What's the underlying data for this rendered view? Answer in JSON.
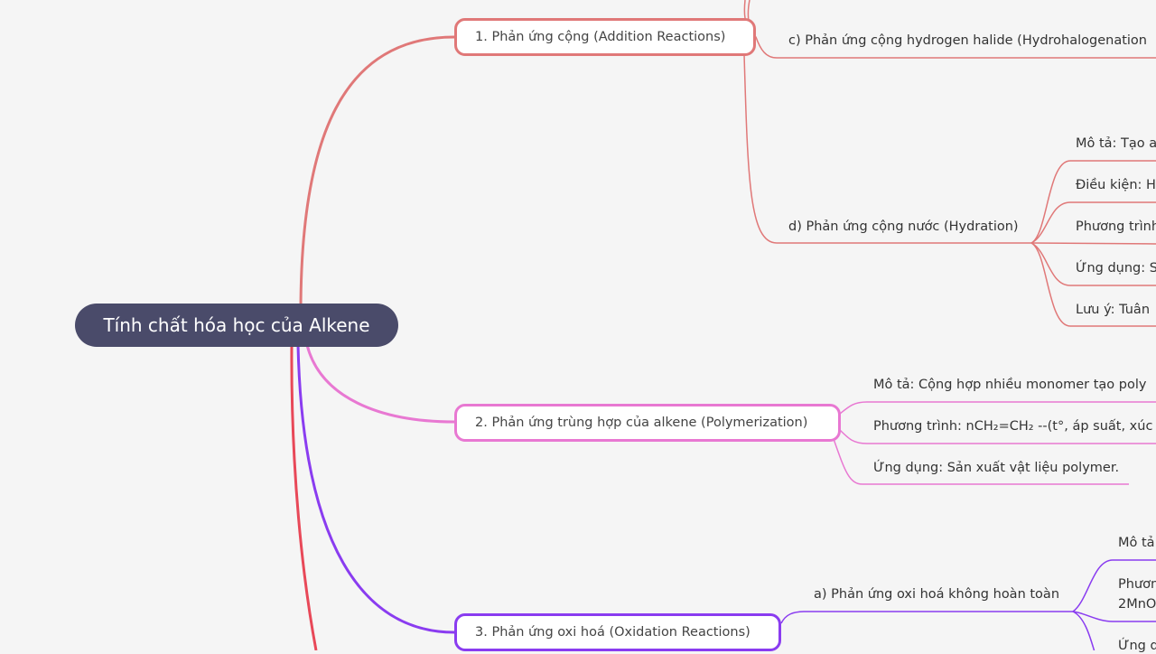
{
  "root": {
    "label": "Tính chất hóa học của Alkene"
  },
  "colors": {
    "branch1": "#e07878",
    "branch2": "#e878d2",
    "branch3": "#8a3cf0",
    "branch4": "#e84858",
    "root": "#4a4b6a"
  },
  "branch1": {
    "label": "1. Phản ứng cộng (Addition Reactions)",
    "c": "c) Phản ứng cộng hydrogen halide (Hydrohalogenation",
    "d": "d) Phản ứng cộng nước (Hydration)",
    "d_items": [
      "Mô tả: Tạo a",
      "Điều kiện: H",
      "Phương trình",
      "Ứng dụng: S",
      "Lưu ý: Tuân"
    ]
  },
  "branch2": {
    "label": "2. Phản ứng trùng hợp của alkene (Polymerization)",
    "items": [
      "Mô tả: Cộng hợp nhiều monomer tạo poly",
      "Phương trình: nCH₂=CH₂ --(t°, áp suất, xúc",
      "Ứng dụng: Sản xuất vật liệu polymer."
    ]
  },
  "branch3": {
    "label": "3. Phản ứng oxi hoá (Oxidation Reactions)",
    "a": "a) Phản ứng oxi hoá không hoàn toàn",
    "a_items": [
      "Mô tả",
      "Phươn",
      "2MnO",
      "Ứng d"
    ]
  }
}
